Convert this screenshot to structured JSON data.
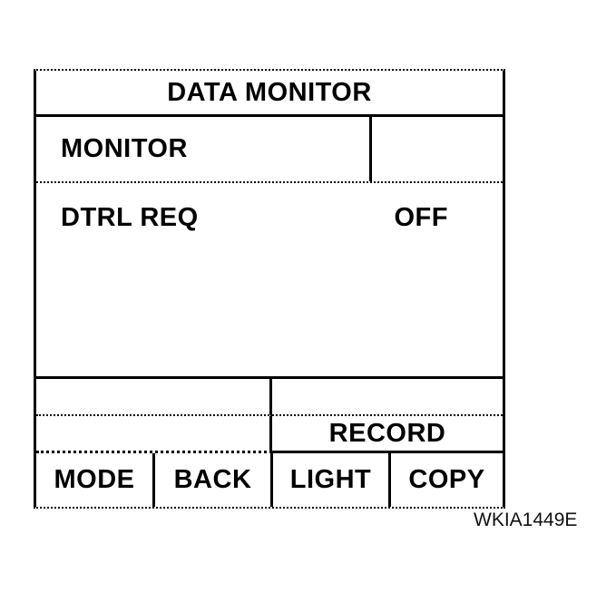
{
  "screen": {
    "title": "DATA MONITOR",
    "monitor_header": {
      "label": "MONITOR"
    },
    "monitor_items": [
      {
        "name": "DTRL REQ",
        "value": "OFF"
      }
    ],
    "record_button_label": "RECORD",
    "buttons": [
      {
        "label": "MODE"
      },
      {
        "label": "BACK"
      },
      {
        "label": "LIGHT"
      },
      {
        "label": "COPY"
      }
    ]
  },
  "figure_code": "WKIA1449E",
  "colors": {
    "background": "#ffffff",
    "line": "#000000",
    "text": "#000000"
  }
}
